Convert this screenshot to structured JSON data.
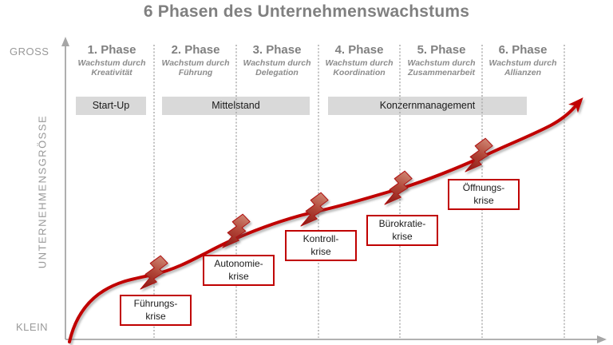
{
  "title": "6 Phasen des Unternehmenswachstums",
  "y_axis": {
    "label": "UNTERNEHMENSGRÖSSE",
    "top_label": "GROSS",
    "bottom_label": "KLEIN"
  },
  "phases": [
    {
      "name": "1. Phase",
      "subtitle": "Wachstum durch Kreativität"
    },
    {
      "name": "2. Phase",
      "subtitle": "Wachstum durch Führung"
    },
    {
      "name": "3. Phase",
      "subtitle": "Wachstum durch Delegation"
    },
    {
      "name": "4. Phase",
      "subtitle": "Wachstum durch Koordination"
    },
    {
      "name": "5. Phase",
      "subtitle": "Wachstum durch Zusammenarbeit"
    },
    {
      "name": "6. Phase",
      "subtitle": "Wachstum durch Allianzen"
    }
  ],
  "stages": [
    {
      "label": "Start-Up"
    },
    {
      "label": "Mittelstand"
    },
    {
      "label": "Konzernmanagement"
    }
  ],
  "crises": [
    {
      "lines": [
        "Führungs-",
        "krise"
      ]
    },
    {
      "lines": [
        "Autonomie-",
        "krise"
      ]
    },
    {
      "lines": [
        "Kontroll-",
        "krise"
      ]
    },
    {
      "lines": [
        "Bürokratie-",
        "krise"
      ]
    },
    {
      "lines": [
        "Öffnungs-",
        "krise"
      ]
    }
  ],
  "icons": {
    "crisis_marker": "lightning-bolt-icon",
    "curve_end": "arrow-up-right-icon"
  },
  "colors": {
    "accent_red": "#c00000",
    "bolt_dark_red": "#8a1512",
    "gray_text": "#808080",
    "axis_gray": "#a6a6a6",
    "bar_background": "#d9d9d9"
  }
}
